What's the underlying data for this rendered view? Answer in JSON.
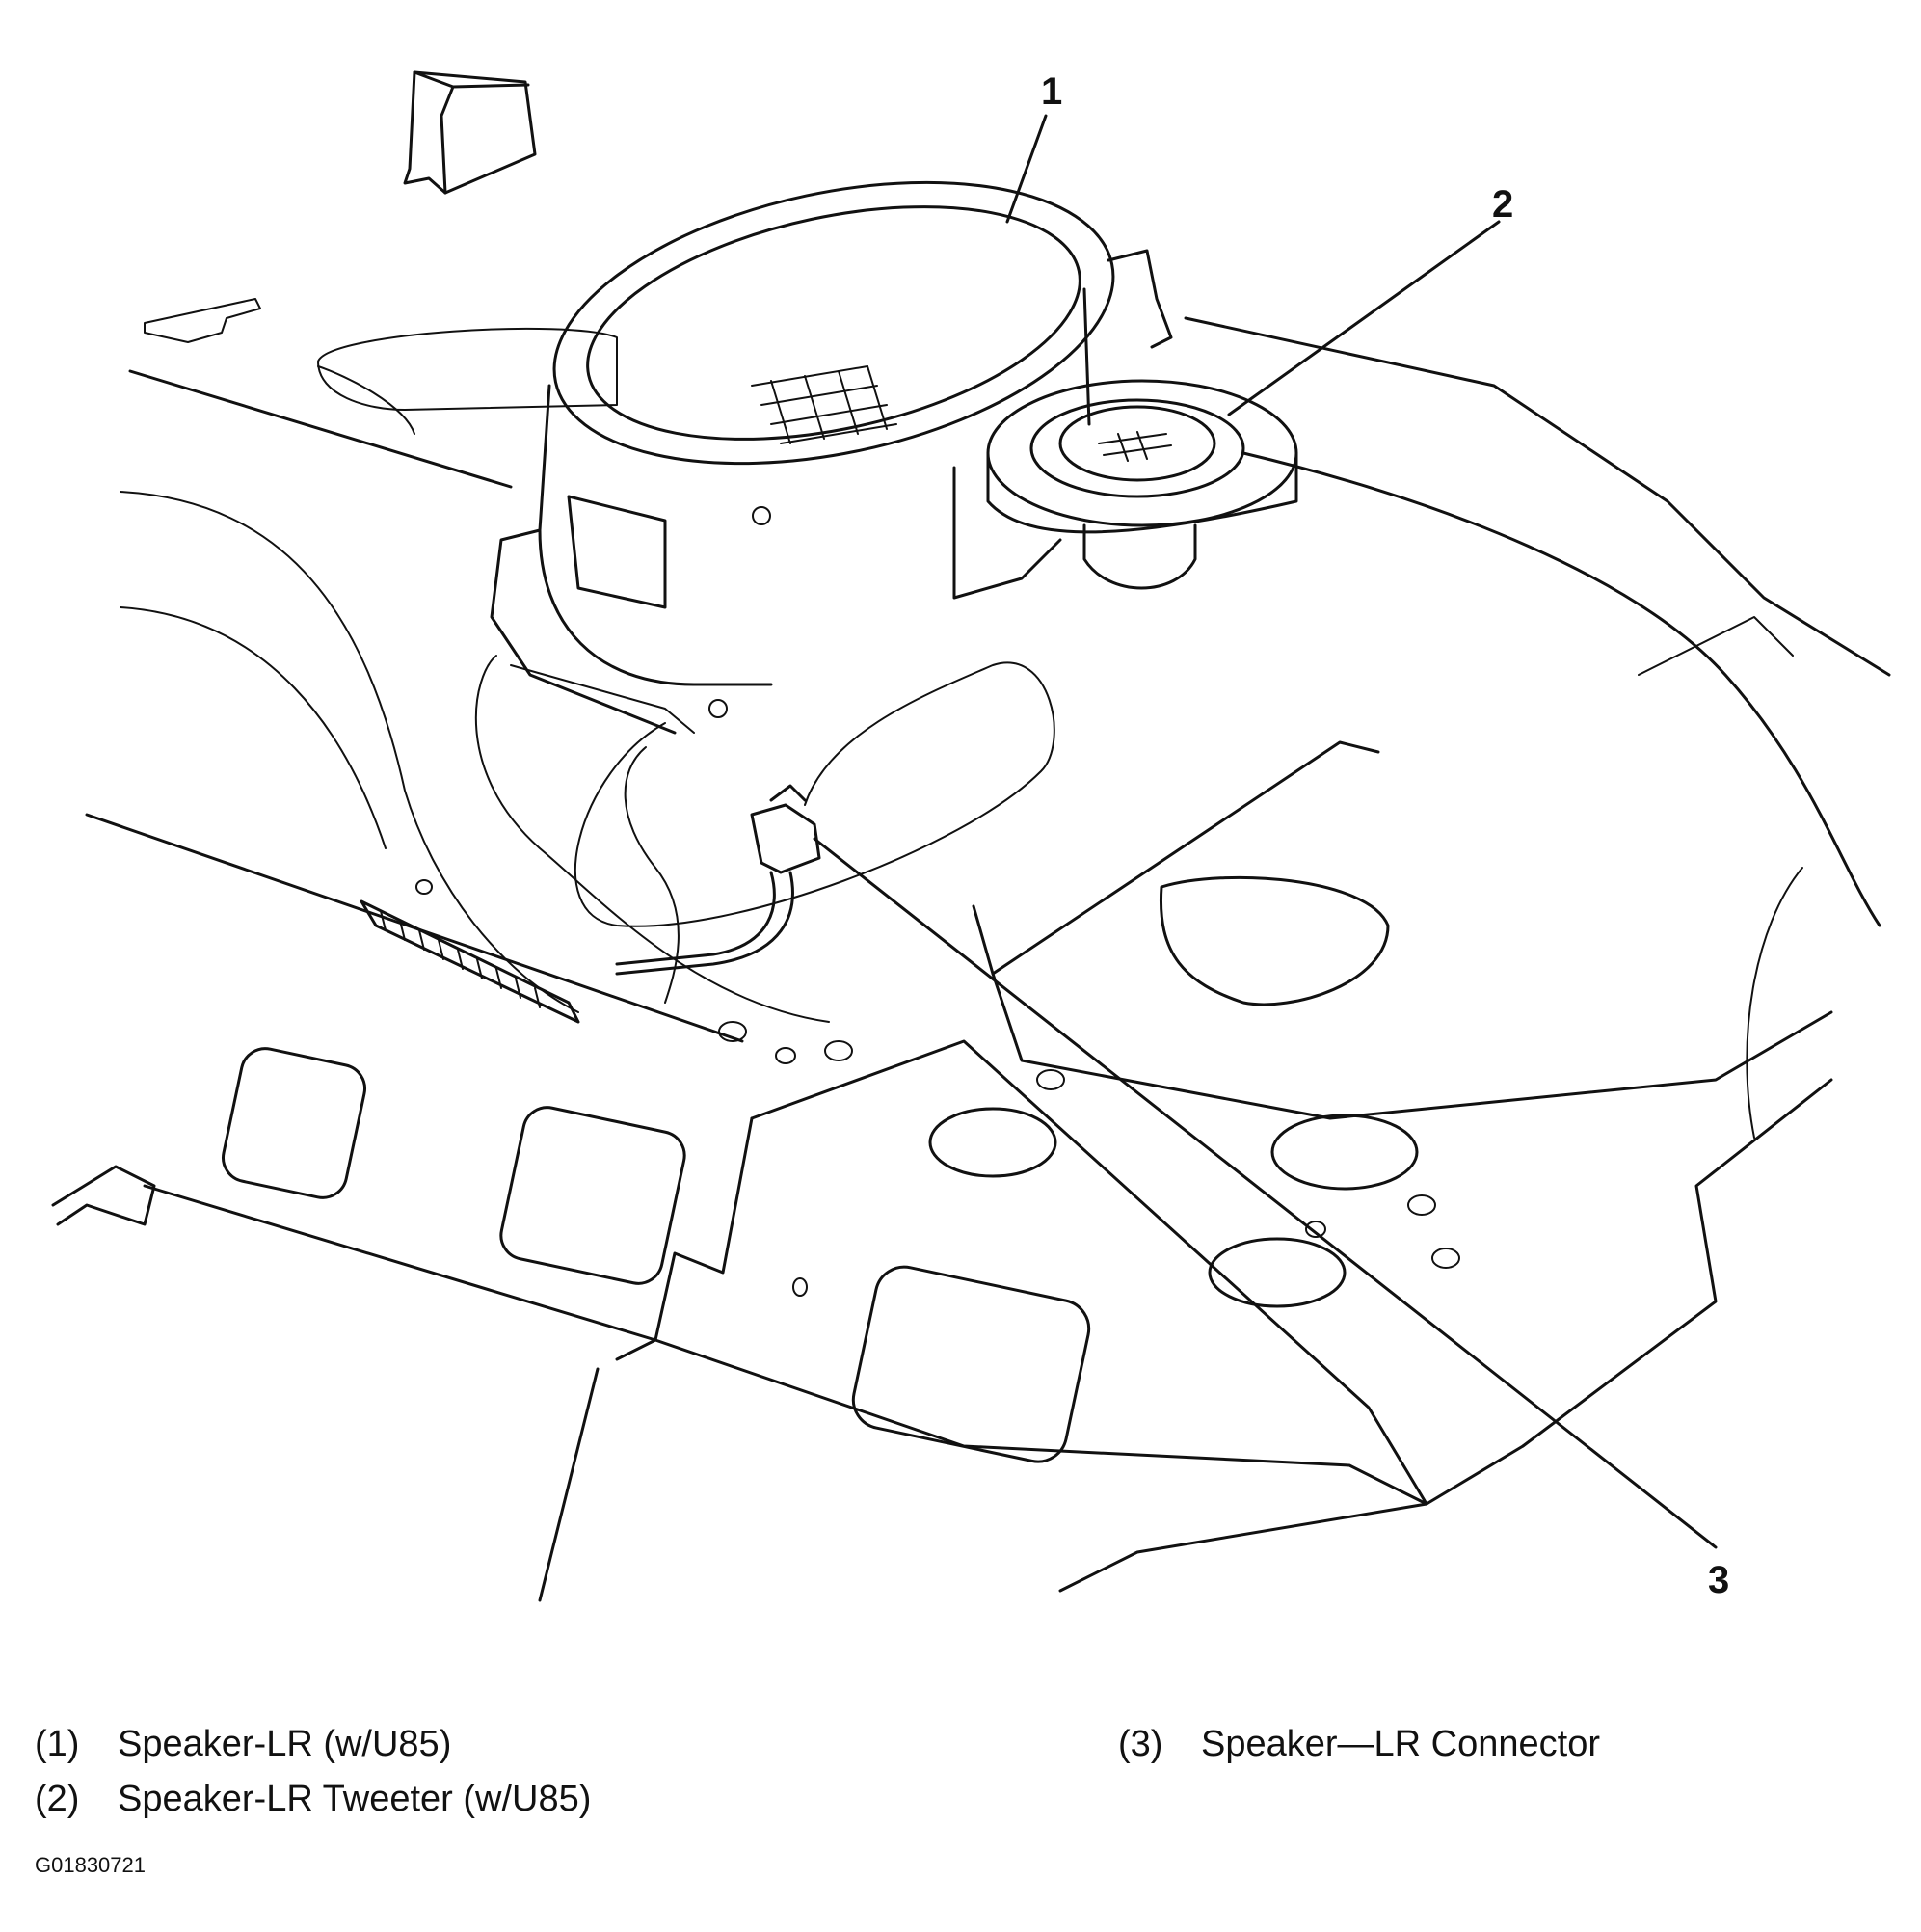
{
  "callouts": [
    {
      "num": "1"
    },
    {
      "num": "2"
    },
    {
      "num": "3"
    }
  ],
  "legend": [
    {
      "num": "(1)",
      "label": "Speaker-LR (w/U85)"
    },
    {
      "num": "(2)",
      "label": "Speaker-LR Tweeter (w/U85)"
    },
    {
      "num": "(3)",
      "label": "Speaker—LR Connector"
    }
  ],
  "figure_code": "G01830721",
  "icons": [
    "front-direction-arrow-icon"
  ]
}
